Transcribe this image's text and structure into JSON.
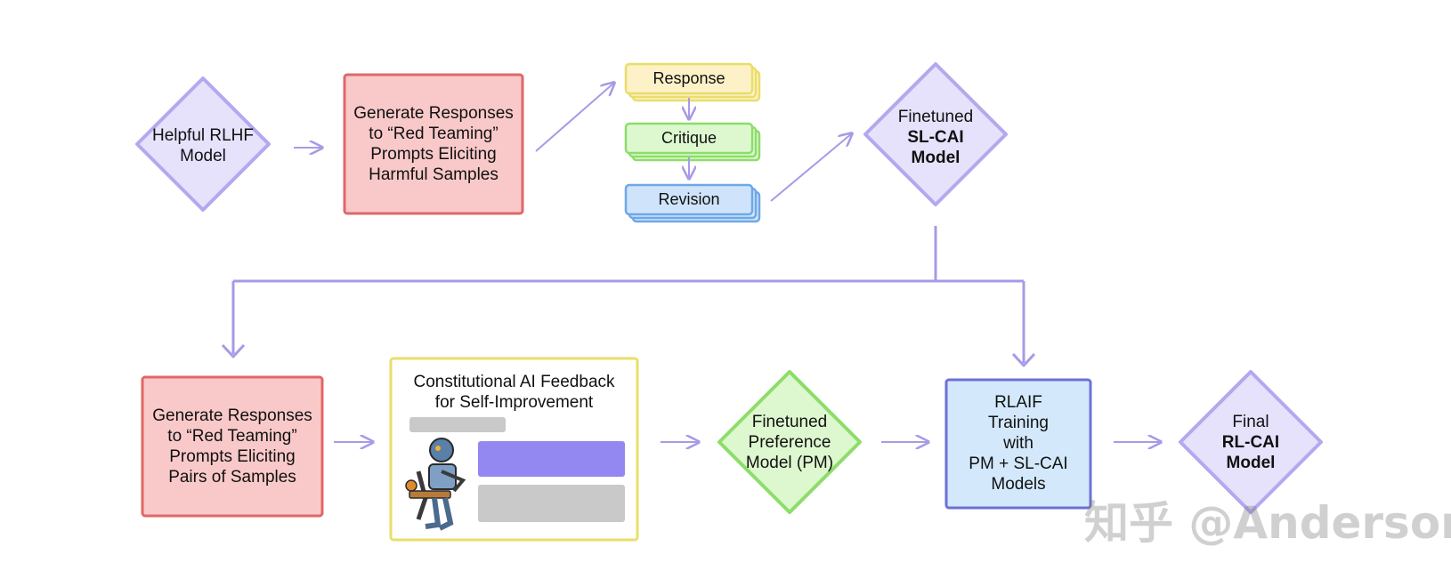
{
  "row1": {
    "helpful_model": [
      "Helpful RLHF",
      "Model"
    ],
    "generate_box": [
      "Generate Responses",
      "to “Red Teaming”",
      "Prompts Eliciting",
      "Harmful Samples"
    ],
    "stack": {
      "response": "Response",
      "critique": "Critique",
      "revision": "Revision"
    },
    "sl_cai": {
      "line1": "Finetuned",
      "line2": "SL-CAI",
      "line3": "Model"
    }
  },
  "row2": {
    "generate_box": [
      "Generate Responses",
      "to “Red Teaming”",
      "Prompts Eliciting",
      "Pairs of Samples"
    ],
    "feedback_box": {
      "title_line1": "Constitutional AI Feedback",
      "title_line2": "for Self-Improvement"
    },
    "pm": [
      "Finetuned",
      "Preference",
      "Model (PM)"
    ],
    "rlaif": [
      "RLAIF",
      "Training",
      "with",
      "PM + SL-CAI",
      "Models"
    ],
    "final": {
      "line1": "Final",
      "line2": "RL-CAI",
      "line3": "Model"
    }
  },
  "watermark": "知乎 @Anderson",
  "colors": {
    "arrow": "#a89ae6",
    "diamond_fill": "#e6e2fc",
    "diamond_stroke": "#b4a8ee",
    "red_fill": "#f9c9c9",
    "red_stroke": "#e06767",
    "yellow_fill": "#fdf1c8",
    "yellow_stroke": "#e9de6a",
    "green_fill": "#ddf8cf",
    "green_stroke": "#8ddd6a",
    "blue_fill": "#cfe4fb",
    "blue_stroke": "#6fa8e6",
    "rlaif_fill": "#d3e9fb",
    "rlaif_stroke": "#6d70d8",
    "chat_purple": "#9388f2",
    "chat_gray": "#c9c9c9"
  },
  "icons": [
    "robot-thinker-icon"
  ]
}
